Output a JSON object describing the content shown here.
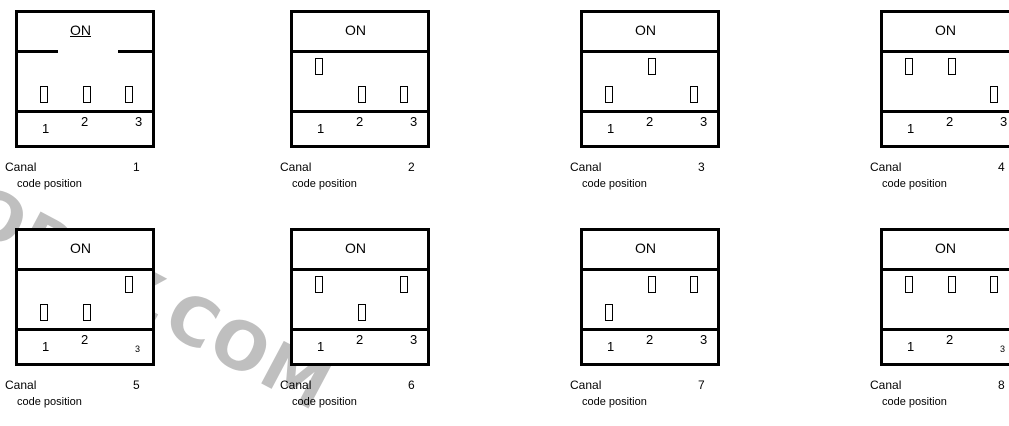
{
  "panels": [
    {
      "on": "ON",
      "nums": [
        "1",
        "2",
        "3"
      ],
      "caption_left": "Canal",
      "caption_right": "1",
      "sub": "code position",
      "switches": [
        "down",
        "down",
        "down"
      ]
    },
    {
      "on": "ON",
      "nums": [
        "1",
        "2",
        "3"
      ],
      "caption_left": "Canal",
      "caption_right": "2",
      "sub": "code position",
      "switches": [
        "up",
        "down",
        "down"
      ]
    },
    {
      "on": "ON",
      "nums": [
        "1",
        "2",
        "3"
      ],
      "caption_left": "Canal",
      "caption_right": "3",
      "sub": "code position",
      "switches": [
        "down",
        "up",
        "down"
      ]
    },
    {
      "on": "ON",
      "nums": [
        "1",
        "2",
        "3"
      ],
      "caption_left": "Canal",
      "caption_right": "4",
      "sub": "code position",
      "switches": [
        "up",
        "up",
        "down"
      ]
    },
    {
      "on": "ON",
      "nums": [
        "1",
        "2",
        "3"
      ],
      "caption_left": "Canal",
      "caption_right": "5",
      "sub": "code position",
      "switches": [
        "down",
        "down",
        "up"
      ]
    },
    {
      "on": "ON",
      "nums": [
        "1",
        "2",
        "3"
      ],
      "caption_left": "Canal",
      "caption_right": "6",
      "sub": "code position",
      "switches": [
        "up",
        "down",
        "up"
      ]
    },
    {
      "on": "ON",
      "nums": [
        "1",
        "2",
        "3"
      ],
      "caption_left": "Canal",
      "caption_right": "7",
      "sub": "code position",
      "switches": [
        "down",
        "up",
        "up"
      ]
    },
    {
      "on": "ON",
      "nums": [
        "1",
        "2",
        "3"
      ],
      "caption_left": "Canal",
      "caption_right": "8",
      "sub": "code position",
      "switches": [
        "up",
        "up",
        "up"
      ]
    }
  ],
  "watermark": "OBBY.COM"
}
